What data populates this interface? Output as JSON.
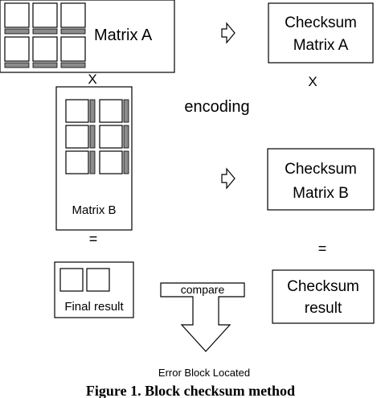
{
  "diagram": {
    "matrix_a_label": "Matrix A",
    "matrix_b_label": "Matrix B",
    "checksum_a_line1": "Checksum",
    "checksum_a_line2": "Matrix A",
    "checksum_b_line1": "Checksum",
    "checksum_b_line2": "Matrix B",
    "checksum_result_line1": "Checksum",
    "checksum_result_line2": "result",
    "times_left": "X",
    "times_right": "X",
    "encoding_label": "encoding",
    "equals_left": "=",
    "equals_right": "=",
    "final_result_label": "Final result",
    "compare_label": "compare",
    "error_label": "Error Block Located",
    "caption": "Figure 1. Block checksum method"
  }
}
